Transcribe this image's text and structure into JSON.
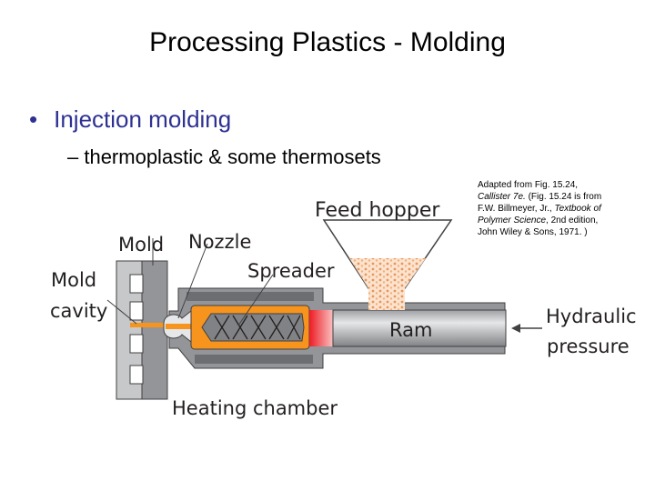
{
  "slide": {
    "title": "Processing Plastics - Molding",
    "bullet": "Injection molding",
    "subbullet": "– thermoplastic & some thermosets"
  },
  "caption": {
    "line1": "Adapted from Fig. 15.24,",
    "line2_italic": "Callister 7e.",
    "line2_rest": " (Fig. 15.24 is  from",
    "line3": "F.W. Billmeyer, Jr., ",
    "line3_italic": "Textbook of",
    "line4_italic": "Polymer Science",
    "line4_rest": ", 2nd edition,",
    "line5": "John Wiley & Sons, 1971. )"
  },
  "diagram": {
    "labels": {
      "feed_hopper": "Feed hopper",
      "mold": "Mold",
      "nozzle": "Nozzle",
      "spreader": "Spreader",
      "mold_cavity_1": "Mold",
      "mold_cavity_2": "cavity",
      "ram": "Ram",
      "hydraulic_1": "Hydraulic",
      "hydraulic_2": "pressure",
      "heating_chamber": "Heating chamber"
    },
    "colors": {
      "heater_orange": "#f7941d",
      "hot_red": "#ed1c24",
      "pellet_tan": "#f2b07a",
      "steel_dark": "#6d6e71",
      "steel_light": "#c7c8ca"
    }
  }
}
